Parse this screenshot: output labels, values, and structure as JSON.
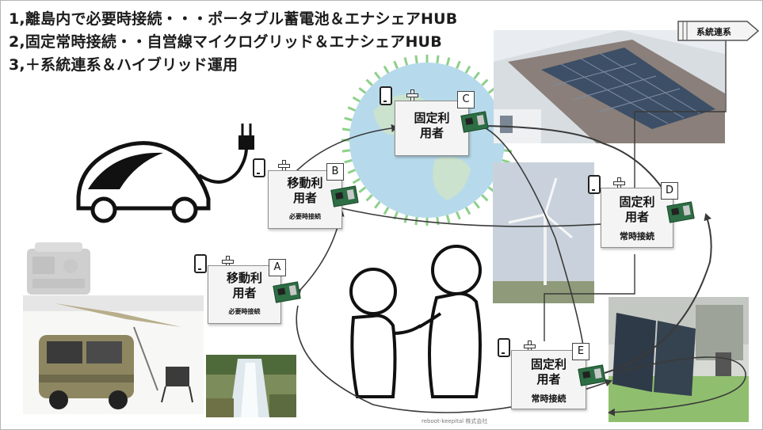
{
  "headings": [
    "1,離島内で必要時接続・・・ポータブル蓄電池＆エナシェアHUB",
    "2,固定常時接続・・自営線マイクログリッド＆エナシェアHUB",
    "3,＋系統連系＆ハイブリッド運用"
  ],
  "grid_arrow": {
    "label": "系統連系"
  },
  "nodes": [
    {
      "id": "A",
      "role": "移動利\n用者",
      "sub": "必要時接続"
    },
    {
      "id": "B",
      "role": "移動利\n用者",
      "sub": "必要時接続"
    },
    {
      "id": "C",
      "role": "固定利\n用者",
      "sub": ""
    },
    {
      "id": "D",
      "role": "固定利\n用者",
      "sub": "常時接続"
    },
    {
      "id": "E",
      "role": "固定利\n用者",
      "sub": "常時接続"
    }
  ],
  "footer": "reboot-keepital 株式会社",
  "colors": {
    "arrow": "#3a3a3a",
    "board": "#2d6e44",
    "globe": "#a9d3e8",
    "spike": "#8ed08a"
  }
}
